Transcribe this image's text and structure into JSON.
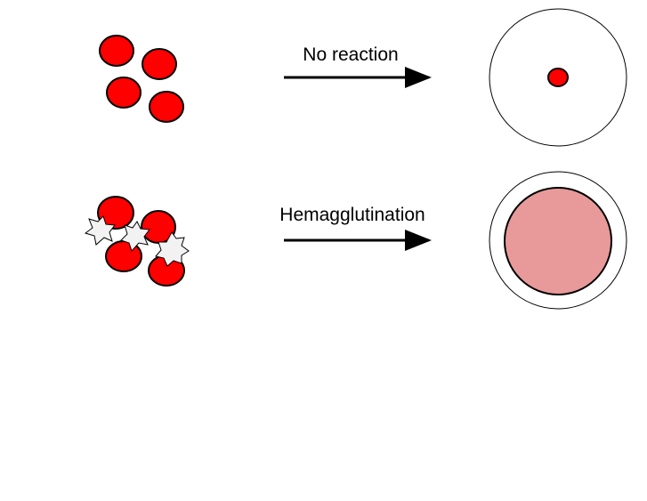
{
  "rows": [
    {
      "label": "No reaction",
      "result": "button"
    },
    {
      "label": "Hemagglutination",
      "result": "mat"
    }
  ],
  "colors": {
    "red_cell": "#ff0000",
    "virus": "#f2f2f2",
    "diffuse_mat": "#e89a9a",
    "stroke": "#000000",
    "well": "#ffffff"
  },
  "icons": {
    "red_blood_cell": "red-blood-cell-icon",
    "virus_particle": "virus-particle-icon",
    "arrow": "right-arrow-icon",
    "well": "well-icon"
  }
}
